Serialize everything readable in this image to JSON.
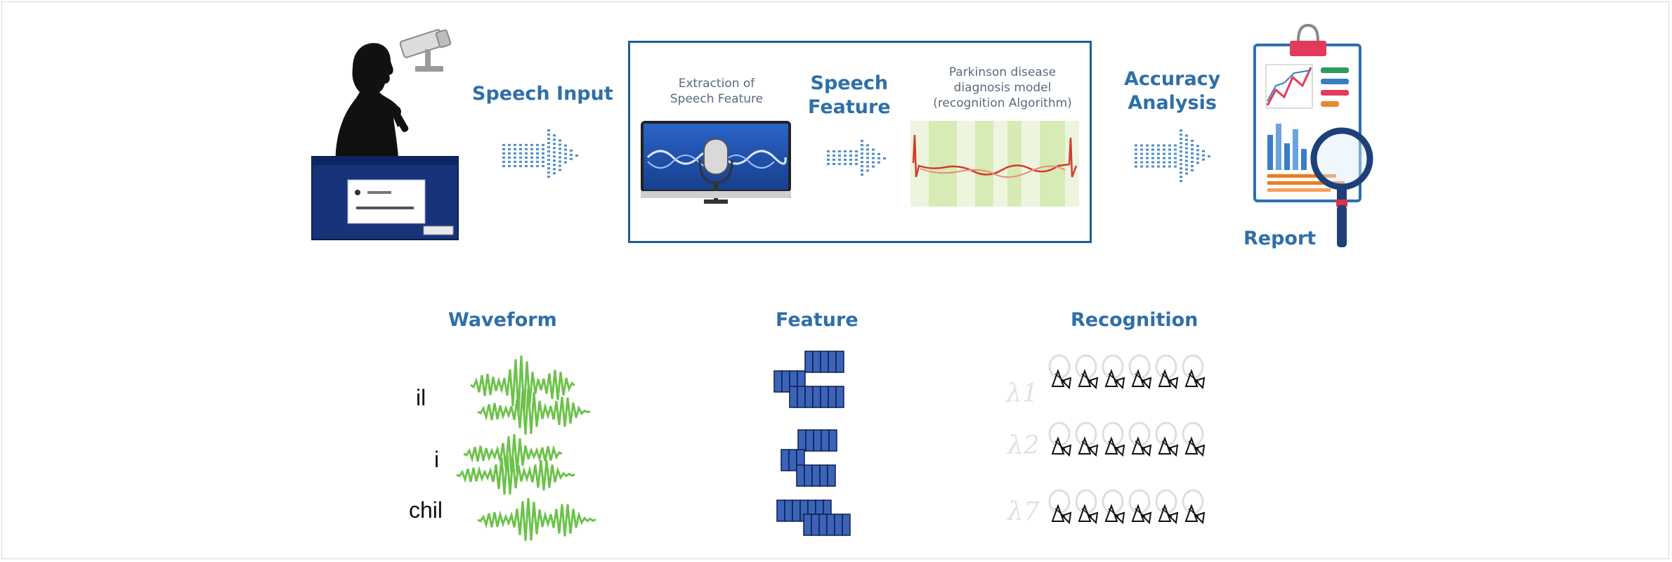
{
  "pipeline": {
    "speech_input_label": "Speech Input",
    "extraction_label": "Extraction of\nSpeech Feature",
    "speech_feature_label": "Speech\nFeature",
    "model_label": "Parkinson disease\ndiagnosis model\n(recognition Algorithm)",
    "accuracy_label": "Accuracy\nAnalysis",
    "report_label": "Report"
  },
  "stages": {
    "waveform_title": "Waveform",
    "feature_title": "Feature",
    "recognition_title": "Recognition",
    "words": [
      "il",
      "i",
      "chil"
    ],
    "lambdas": [
      "λ1",
      "λ2",
      "λ7"
    ]
  },
  "colors": {
    "accent_blue": "#2f6fa8",
    "panel_border": "#1f5f95",
    "waveform_green": "#6cc24a",
    "feature_blue": "#3b63b8"
  },
  "icons": [
    "speaker-silhouette-icon",
    "cctv-camera-icon",
    "dialog-window-icon",
    "microphone-icon",
    "clipboard-report-icon",
    "magnifier-icon"
  ]
}
